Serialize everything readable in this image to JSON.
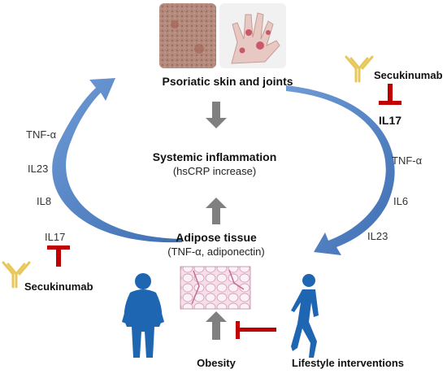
{
  "top": {
    "title": "Psoriatic skin and joints"
  },
  "center": {
    "title": "Systemic inflammation",
    "subtitle": "(hsCRP increase)"
  },
  "adipose": {
    "title": "Adipose tissue",
    "subtitle": "(TNF-α, adiponectin)"
  },
  "bottom": {
    "obesity": "Obesity",
    "lifestyle": "Lifestyle interventions"
  },
  "left": {
    "cytokines": [
      "TNF-α",
      "IL23",
      "IL8",
      "IL17"
    ],
    "drug": "Secukinumab"
  },
  "right": {
    "drug": "Secukinumab",
    "target": "IL17",
    "cytokines": [
      "TNF-α",
      "IL6",
      "IL23"
    ]
  },
  "colors": {
    "cycle_arrow": "#4f7fc0",
    "center_arrow": "#808080",
    "inhibit": "#c00000",
    "antibody": "#e8c75a",
    "silhouette": "#1f66b2"
  },
  "icons": {
    "antibody": "antibody-icon",
    "inhibitor": "inhibition-bar-icon",
    "person": "person-silhouette-icon"
  }
}
